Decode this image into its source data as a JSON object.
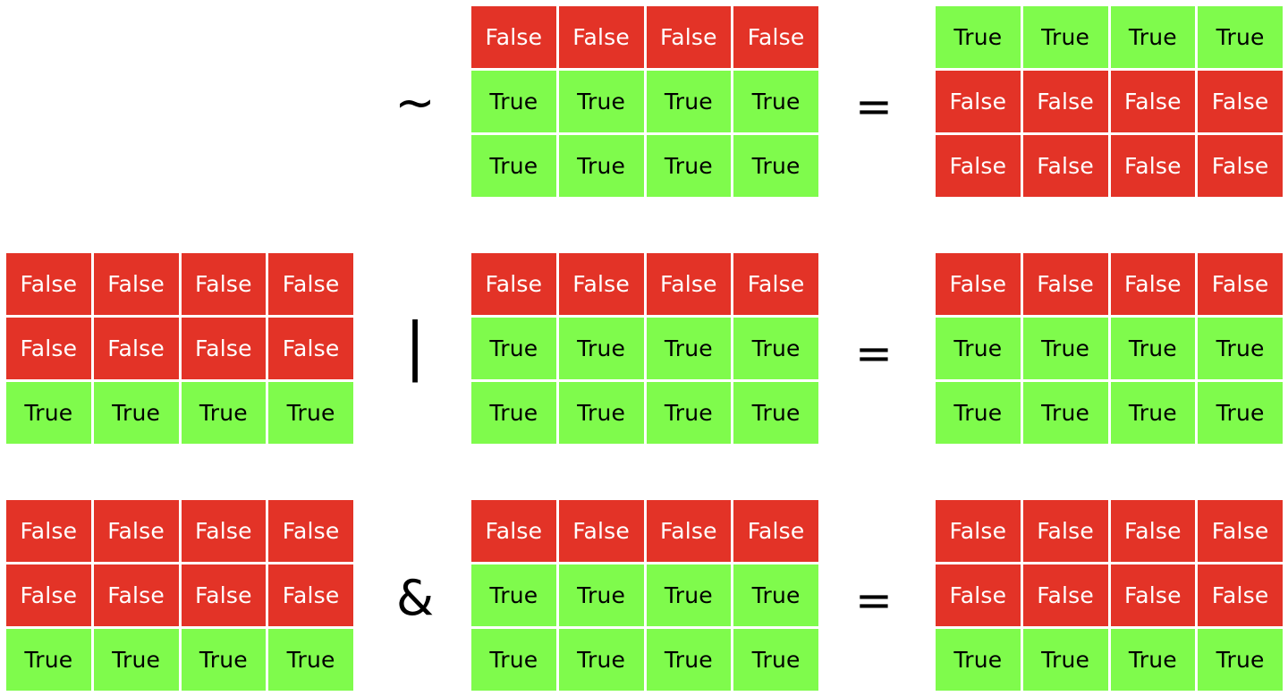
{
  "colors": {
    "false_cell": "#e33327",
    "true_cell": "#7ffb4c",
    "false_text": "#ffffff",
    "true_text": "#000000"
  },
  "rows": [
    {
      "operator": "~",
      "equals": "=",
      "operand_b": [
        [
          "False",
          "False",
          "False",
          "False"
        ],
        [
          "True",
          "True",
          "True",
          "True"
        ],
        [
          "True",
          "True",
          "True",
          "True"
        ]
      ],
      "result": [
        [
          "True",
          "True",
          "True",
          "True"
        ],
        [
          "False",
          "False",
          "False",
          "False"
        ],
        [
          "False",
          "False",
          "False",
          "False"
        ]
      ]
    },
    {
      "operator": "|",
      "equals": "=",
      "operand_a": [
        [
          "False",
          "False",
          "False",
          "False"
        ],
        [
          "False",
          "False",
          "False",
          "False"
        ],
        [
          "True",
          "True",
          "True",
          "True"
        ]
      ],
      "operand_b": [
        [
          "False",
          "False",
          "False",
          "False"
        ],
        [
          "True",
          "True",
          "True",
          "True"
        ],
        [
          "True",
          "True",
          "True",
          "True"
        ]
      ],
      "result": [
        [
          "False",
          "False",
          "False",
          "False"
        ],
        [
          "True",
          "True",
          "True",
          "True"
        ],
        [
          "True",
          "True",
          "True",
          "True"
        ]
      ]
    },
    {
      "operator": "&",
      "equals": "=",
      "operand_a": [
        [
          "False",
          "False",
          "False",
          "False"
        ],
        [
          "False",
          "False",
          "False",
          "False"
        ],
        [
          "True",
          "True",
          "True",
          "True"
        ]
      ],
      "operand_b": [
        [
          "False",
          "False",
          "False",
          "False"
        ],
        [
          "True",
          "True",
          "True",
          "True"
        ],
        [
          "True",
          "True",
          "True",
          "True"
        ]
      ],
      "result": [
        [
          "False",
          "False",
          "False",
          "False"
        ],
        [
          "False",
          "False",
          "False",
          "False"
        ],
        [
          "True",
          "True",
          "True",
          "True"
        ]
      ]
    }
  ]
}
